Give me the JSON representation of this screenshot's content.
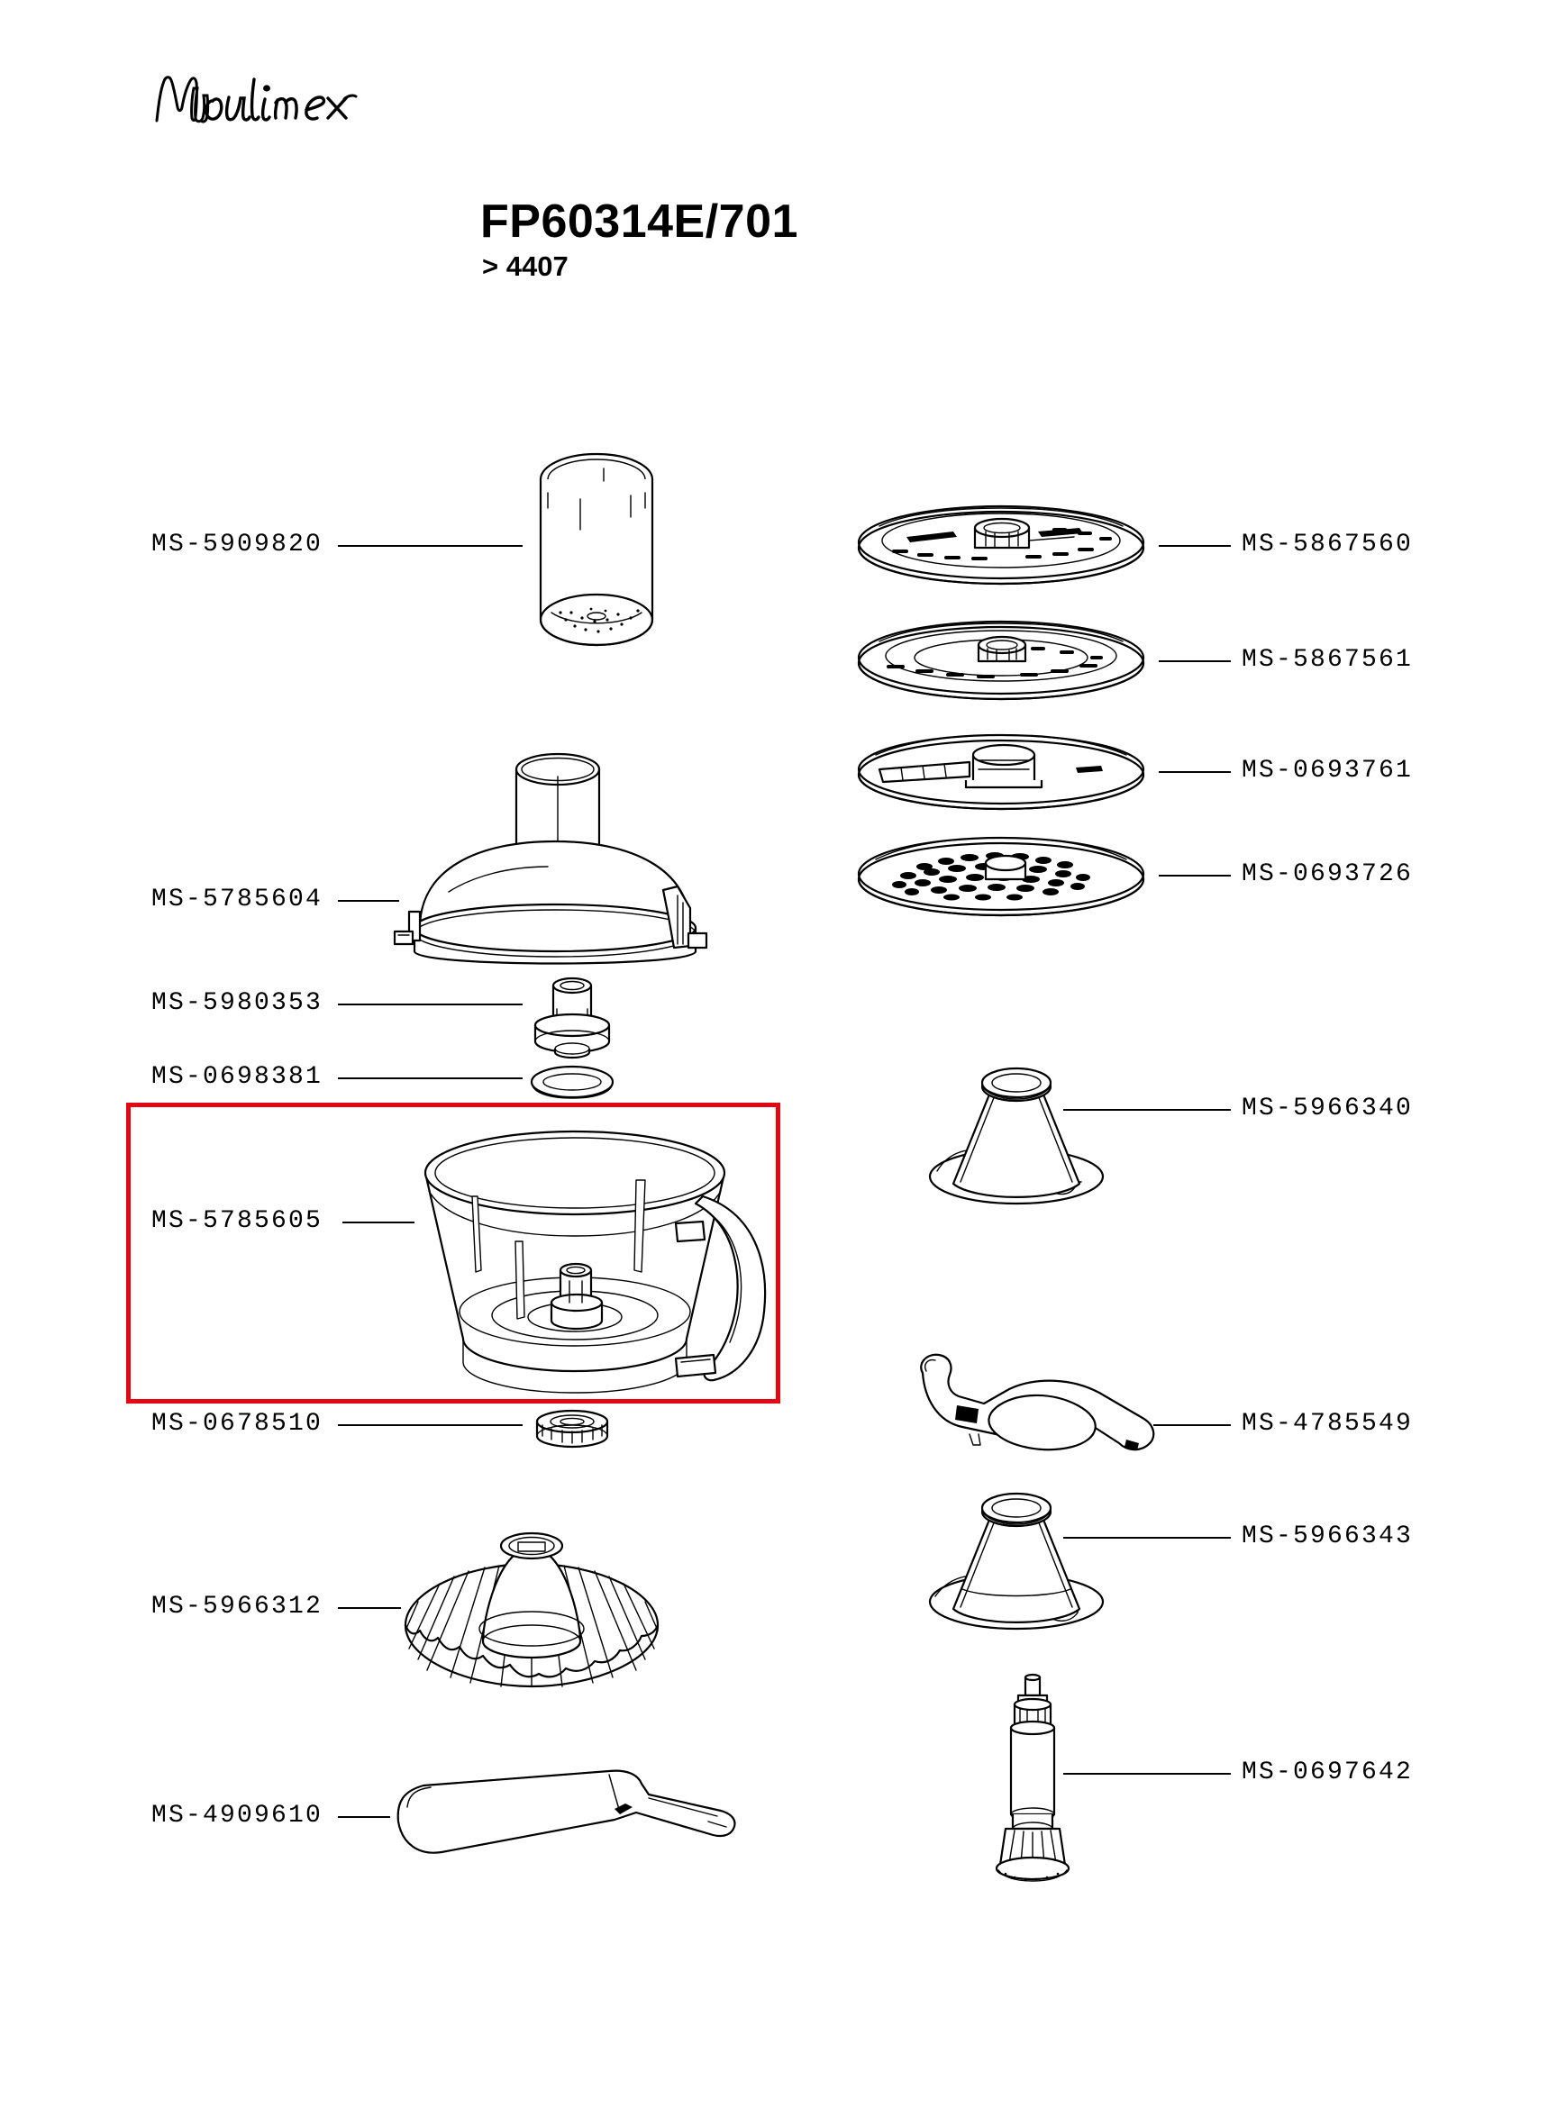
{
  "document": {
    "brand": "Moulinex",
    "brand_logo_name": "moulinex-wordmark",
    "model_title": "FP60314E/701",
    "revision": "> 4407",
    "highlight_color": "#e30613",
    "line_color": "#000000",
    "background_color": "#ffffff"
  },
  "parts": {
    "left_column": [
      {
        "code": "MS-5909820",
        "part_name": "pusher-measuring-cup",
        "highlighted": false
      },
      {
        "code": "MS-5785604",
        "part_name": "bowl-lid-with-feed-chute",
        "highlighted": false
      },
      {
        "code": "MS-5980353",
        "part_name": "drive-coupler",
        "highlighted": false
      },
      {
        "code": "MS-0698381",
        "part_name": "sealing-ring",
        "highlighted": false
      },
      {
        "code": "MS-5785605",
        "part_name": "work-bowl-with-handle",
        "highlighted": true
      },
      {
        "code": "MS-0678510",
        "part_name": "drive-nut",
        "highlighted": false
      },
      {
        "code": "MS-5966312",
        "part_name": "citrus-juicer-cone",
        "highlighted": false
      },
      {
        "code": "MS-4909610",
        "part_name": "spatula",
        "highlighted": false
      }
    ],
    "right_column": [
      {
        "code": "MS-5867560",
        "part_name": "slicing-disc-a",
        "highlighted": false
      },
      {
        "code": "MS-5867561",
        "part_name": "slicing-disc-b",
        "highlighted": false
      },
      {
        "code": "MS-0693761",
        "part_name": "shredding-disc",
        "highlighted": false
      },
      {
        "code": "MS-0693726",
        "part_name": "grating-disc",
        "highlighted": false
      },
      {
        "code": "MS-5966340",
        "part_name": "juicer-cone-adapter",
        "highlighted": false
      },
      {
        "code": "MS-4785549",
        "part_name": "emulsifying-blade",
        "highlighted": false
      },
      {
        "code": "MS-5966343",
        "part_name": "juicer-strainer-adapter",
        "highlighted": false
      },
      {
        "code": "MS-0697642",
        "part_name": "drive-shaft",
        "highlighted": false
      }
    ]
  }
}
